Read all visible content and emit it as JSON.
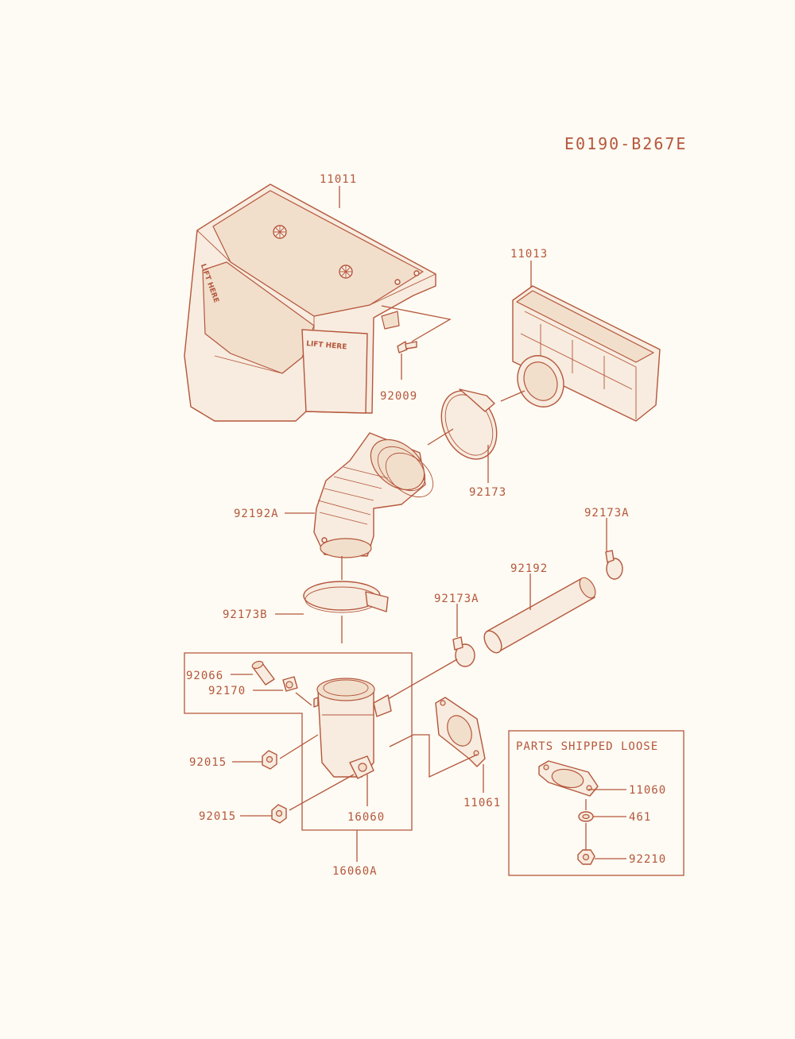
{
  "diagram_code": "E0190-B267E",
  "labels": {
    "p11011": "11011",
    "p11013": "11013",
    "p92009": "92009",
    "p92173": "92173",
    "p92192A": "92192A",
    "p92173A_top": "92173A",
    "p92192": "92192",
    "p92173A_mid": "92173A",
    "p92173B": "92173B",
    "p92066": "92066",
    "p92170": "92170",
    "p92015_a": "92015",
    "p92015_b": "92015",
    "p16060": "16060",
    "p16060A": "16060A",
    "p11061": "11061"
  },
  "loose_box": {
    "title": "PARTS SHIPPED LOOSE",
    "p11060": "11060",
    "p461": "461",
    "p92210": "92210"
  },
  "decals": {
    "lift_here_1": "LIFT HERE",
    "lift_here_2": "LIFT HERE"
  },
  "colors": {
    "line": "#b5563c",
    "fill": "#f7ecdf",
    "background": "#fdfbf3"
  }
}
